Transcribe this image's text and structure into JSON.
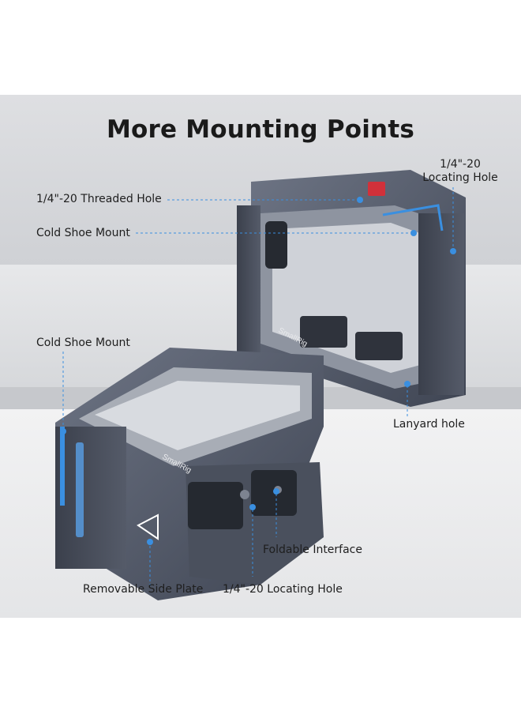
{
  "title": "More Mounting Points",
  "brand_text": "SmallRig",
  "accent_color": "#3a8fe0",
  "callouts": {
    "top_threaded_hole": "1/4\"-20 Threaded Hole",
    "top_locating_line1": "1/4\"-20",
    "top_locating_line2": "Locating Hole",
    "top_cold_shoe": "Cold Shoe Mount",
    "left_cold_shoe": "Cold Shoe Mount",
    "lanyard_hole": "Lanyard hole",
    "foldable_interface": "Foldable Interface",
    "removable_side_plate": "Removable Side Plate",
    "bottom_locating_hole": "1/4\"-20 Locating Hole"
  }
}
